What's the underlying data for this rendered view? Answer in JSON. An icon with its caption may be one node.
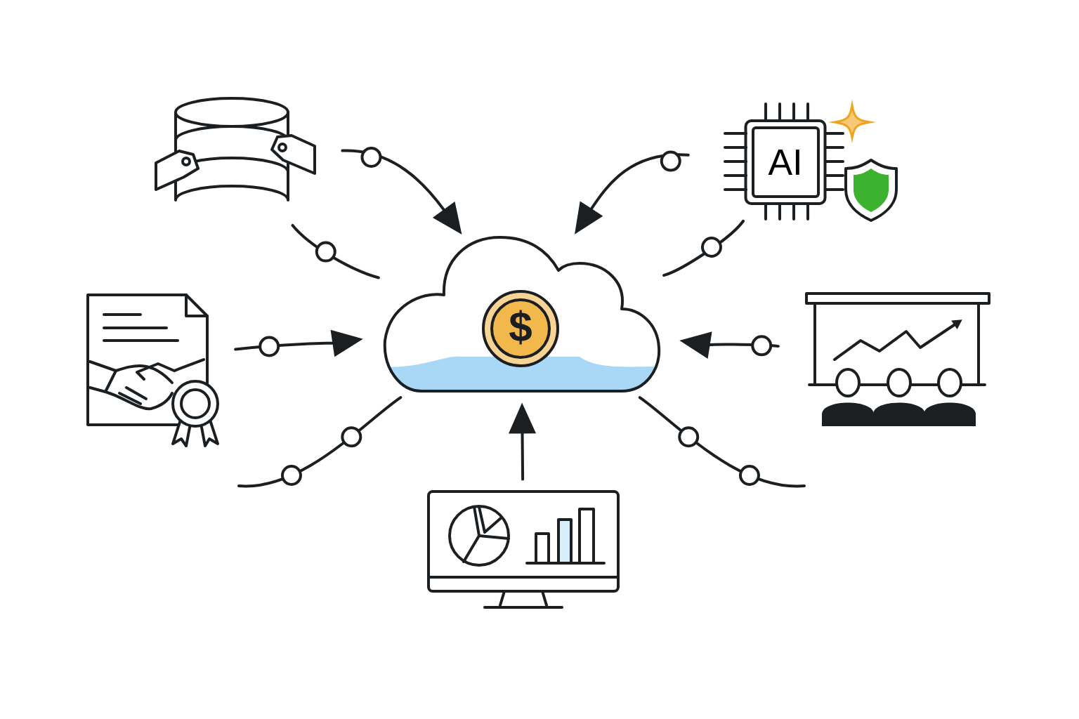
{
  "diagram": {
    "nodes": [
      {
        "text": [],
        "shape": "picture"
      },
      {
        "text": [
          "AI"
        ]
      },
      {
        "text": [],
        "shape": "picture"
      },
      {
        "text": [],
        "shape": "cloud"
      },
      {
        "text": [],
        "shape": "picture"
      },
      {
        "text": [],
        "shape": "picture"
      }
    ],
    "edges": [
      {
        "from": 0,
        "to": 3,
        "arrow": "to"
      },
      {
        "from": 1,
        "to": 3,
        "arrow": "to"
      },
      {
        "from": 2,
        "to": 3,
        "arrow": "to"
      },
      {
        "from": 4,
        "to": 3,
        "arrow": "to"
      },
      {
        "from": 5,
        "to": 3,
        "arrow": "to"
      },
      {
        "from": 0,
        "to": 3,
        "arrow": "none"
      },
      {
        "from": 1,
        "to": 3,
        "arrow": "none"
      },
      {
        "from": null,
        "to": 3,
        "arrow": "none"
      },
      {
        "from": null,
        "to": 3,
        "arrow": "none"
      }
    ],
    "labels": [
      "$"
    ]
  }
}
